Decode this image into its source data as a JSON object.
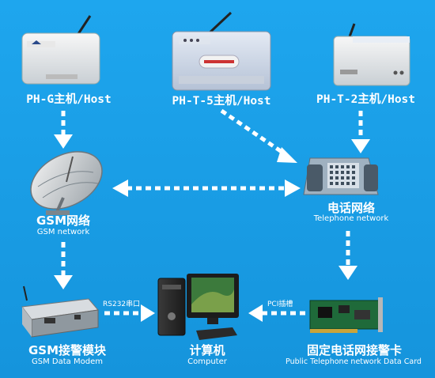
{
  "nodes": {
    "ph_g": {
      "label": "PH-G主机/Host"
    },
    "ph_t5": {
      "label": "PH-T-5主机/Host"
    },
    "ph_t2": {
      "label": "PH-T-2主机/Host"
    },
    "gsm_network": {
      "label": "GSM网络",
      "sublabel": "GSM network"
    },
    "telephone_network": {
      "label": "电话网络",
      "sublabel": "Telephone network"
    },
    "gsm_modem": {
      "label": "GSM接警模块",
      "sublabel": "GSM Data Modem"
    },
    "computer": {
      "label": "计算机",
      "sublabel": "Computer"
    },
    "pstn_card": {
      "label": "固定电话网接警卡",
      "sublabel": "Public Telephone network Data Card"
    }
  },
  "links": {
    "rs232": "RS232串口",
    "pci": "PCI插槽"
  },
  "colors": {
    "background": "#1a9ee6",
    "arrow": "#ffffff",
    "text": "#ffffff"
  }
}
